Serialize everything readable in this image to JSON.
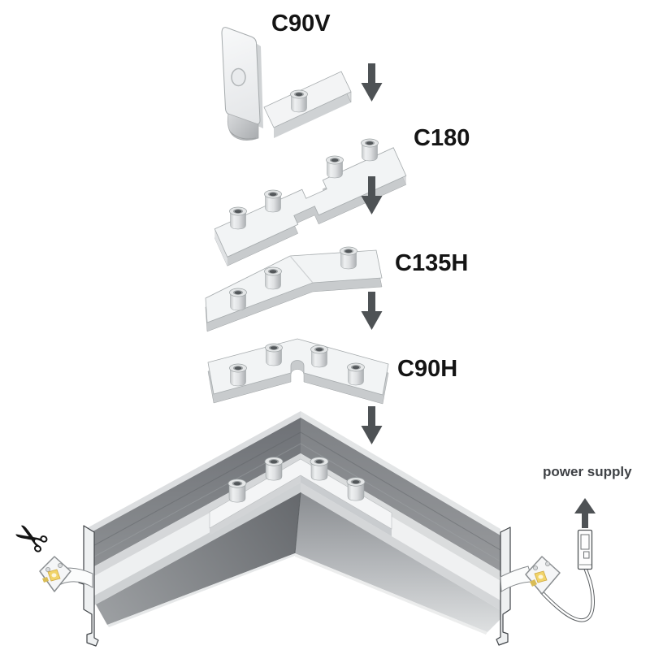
{
  "labels": {
    "c90v": "C90V",
    "c180": "C180",
    "c135h": "C135H",
    "c90h": "C90H",
    "power_supply": "power supply"
  },
  "icons": {
    "scissors_glyph": "✂",
    "down_arrow_count": 4,
    "up_arrow_count": 1
  },
  "colors": {
    "label_text": "#141414",
    "power_supply_text": "#3e4145",
    "arrow": "#4e5255",
    "connector_body": "#f2f4f5",
    "connector_shadow": "#c8cbcd",
    "profile_dark_wall": "#7b7e82",
    "profile_inner_face_dark": "#6b6e72",
    "profile_light_face": "#d6d8da",
    "channel_floor": "#eef0f1",
    "led_chip_yellow": "#f1d469",
    "gold_pad": "#d9bc55",
    "outline": "#44474a"
  }
}
